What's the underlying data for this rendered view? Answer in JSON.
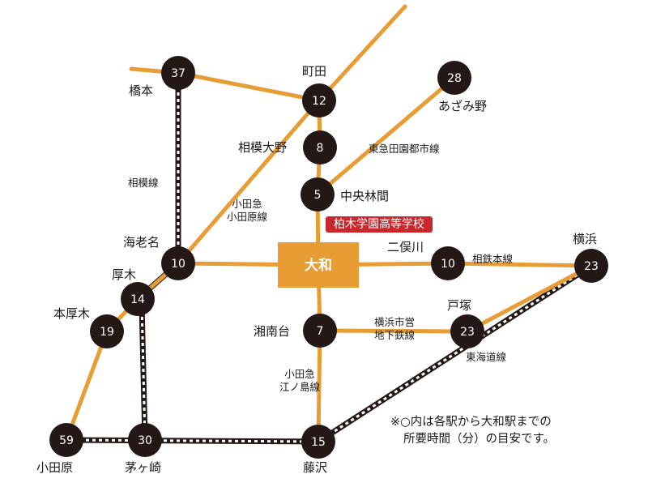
{
  "colors": {
    "line": "#e79d34",
    "station": "#231815",
    "station_text": "#ffffff",
    "hub": "#e79d34",
    "badge": "#c8282d",
    "track_dark": "#231815",
    "track_light": "#ffffff"
  },
  "hub": {
    "name": "大和"
  },
  "badge": {
    "text": "柏木学園高等学校"
  },
  "stations": [
    {
      "key": "hashimoto",
      "name": "橋本",
      "minutes": "37"
    },
    {
      "key": "machida",
      "name": "町田",
      "minutes": "12"
    },
    {
      "key": "azamino",
      "name": "あざみ野",
      "minutes": "28"
    },
    {
      "key": "sagamiono",
      "name": "相模大野",
      "minutes": "8"
    },
    {
      "key": "chuorinkan",
      "name": "中央林間",
      "minutes": "5"
    },
    {
      "key": "ebina",
      "name": "海老名",
      "minutes": "10"
    },
    {
      "key": "futamatagawa",
      "name": "二俣川",
      "minutes": "10"
    },
    {
      "key": "yokohama",
      "name": "横浜",
      "minutes": "23"
    },
    {
      "key": "atsugi",
      "name": "厚木",
      "minutes": "14"
    },
    {
      "key": "honatsugi",
      "name": "本厚木",
      "minutes": "19"
    },
    {
      "key": "shonandai",
      "name": "湘南台",
      "minutes": "7"
    },
    {
      "key": "totsuka",
      "name": "戸塚",
      "minutes": "23"
    },
    {
      "key": "odawara",
      "name": "小田原",
      "minutes": "59"
    },
    {
      "key": "chigasaki",
      "name": "茅ヶ崎",
      "minutes": "30"
    },
    {
      "key": "fujisawa",
      "name": "藤沢",
      "minutes": "15"
    }
  ],
  "lines": {
    "sagami": "相模線",
    "odakyu_odawara": [
      "小田急",
      "小田原線"
    ],
    "tokyu": "東急田園都市線",
    "sotetsu": "相鉄本線",
    "subway": [
      "横浜市営",
      "地下鉄線"
    ],
    "tokaido": "東海道線",
    "odakyu_enoshima": [
      "小田急",
      "江ノ島線"
    ]
  },
  "note": [
    "※○内は各駅から大和駅までの",
    "所要時間（分）の目安です。"
  ]
}
